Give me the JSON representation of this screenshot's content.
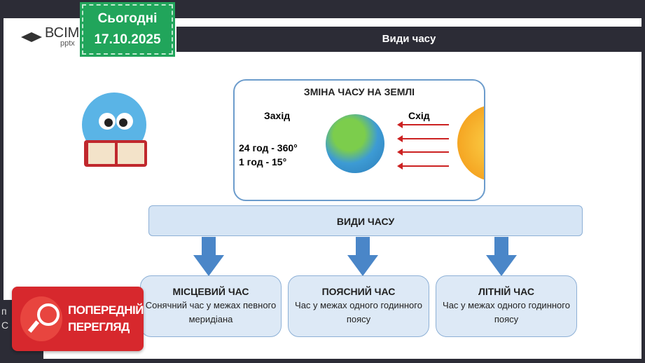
{
  "logo": {
    "brand": "ВСІМ",
    "sub": "pptx"
  },
  "date_badge": {
    "label": "Сьогодні",
    "date": "17.10.2025"
  },
  "header": {
    "title": "Види часу"
  },
  "earth_box": {
    "title": "ЗМІНА ЧАСУ НА ЗЕМЛІ",
    "west": "Захід",
    "east": "Схід",
    "line1": "24 год - 360°",
    "line2": "1 год - 15°"
  },
  "types": {
    "title": "ВИДИ ЧАСУ"
  },
  "cards": [
    {
      "title": "МІСЦЕВИЙ ЧАС",
      "text": "Сонячний час у межах певного меридіана"
    },
    {
      "title": "ПОЯСНИЙ ЧАС",
      "text": "Час у межах одного годинного поясу"
    },
    {
      "title": "ЛІТНІЙ ЧАС",
      "text": "Час у межах одного годинного поясу"
    }
  ],
  "preview": {
    "line1": "ПОПЕРЕДНІЙ",
    "line2": "ПЕРЕГЛЯД"
  },
  "side": {
    "a": "п",
    "b": "С"
  },
  "colors": {
    "badge": "#21a55b",
    "header": "#2c2c36",
    "preview": "#d7282d",
    "arrow": "#4a86c8"
  }
}
